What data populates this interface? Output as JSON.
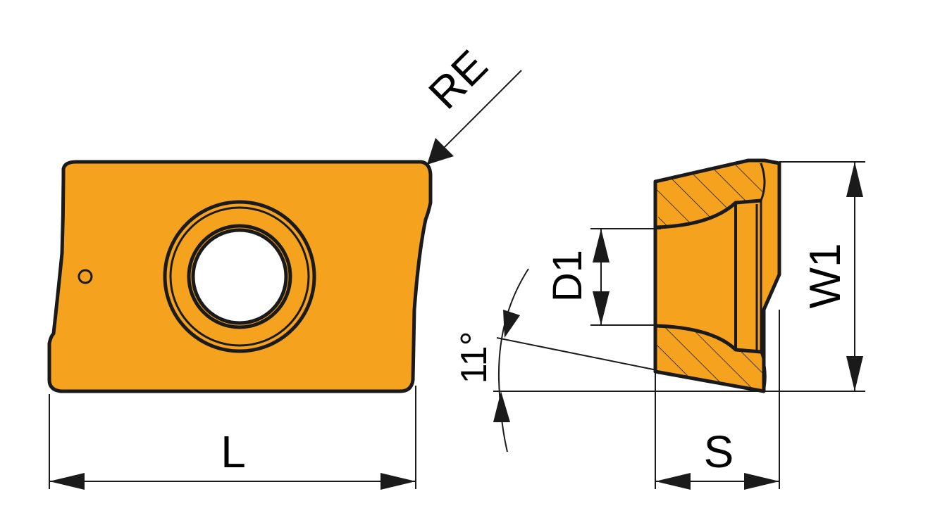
{
  "colors": {
    "insert_fill": "#F5A31E",
    "outline": "#1a1a1a",
    "background": "#ffffff"
  },
  "labels": {
    "length": "L",
    "corner_radius": "RE",
    "bore_diameter": "D1",
    "width": "W1",
    "thickness": "S",
    "clearance_angle": "11°"
  }
}
